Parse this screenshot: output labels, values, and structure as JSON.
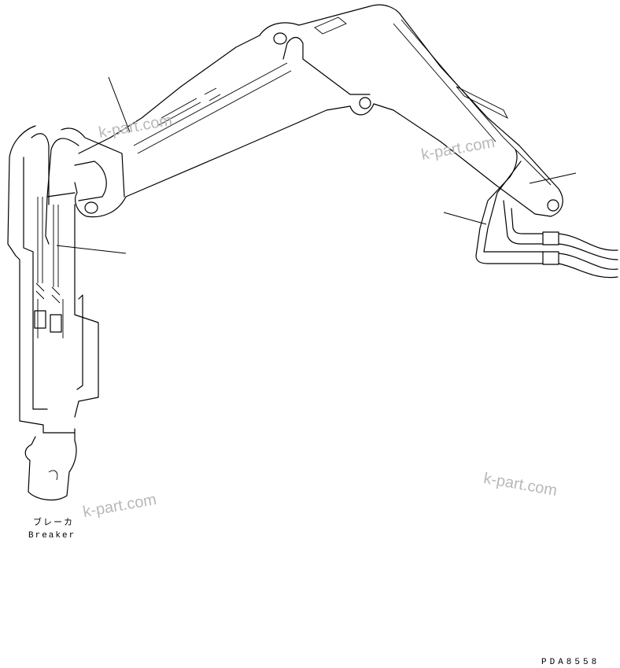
{
  "labels": {
    "breaker_jp": "ブレーカ",
    "breaker_en": "Breaker",
    "drawing_code": "PDA8558"
  },
  "watermarks": [
    "k-part.com",
    "k-part.com",
    "k-part.com",
    "k-part.com"
  ]
}
